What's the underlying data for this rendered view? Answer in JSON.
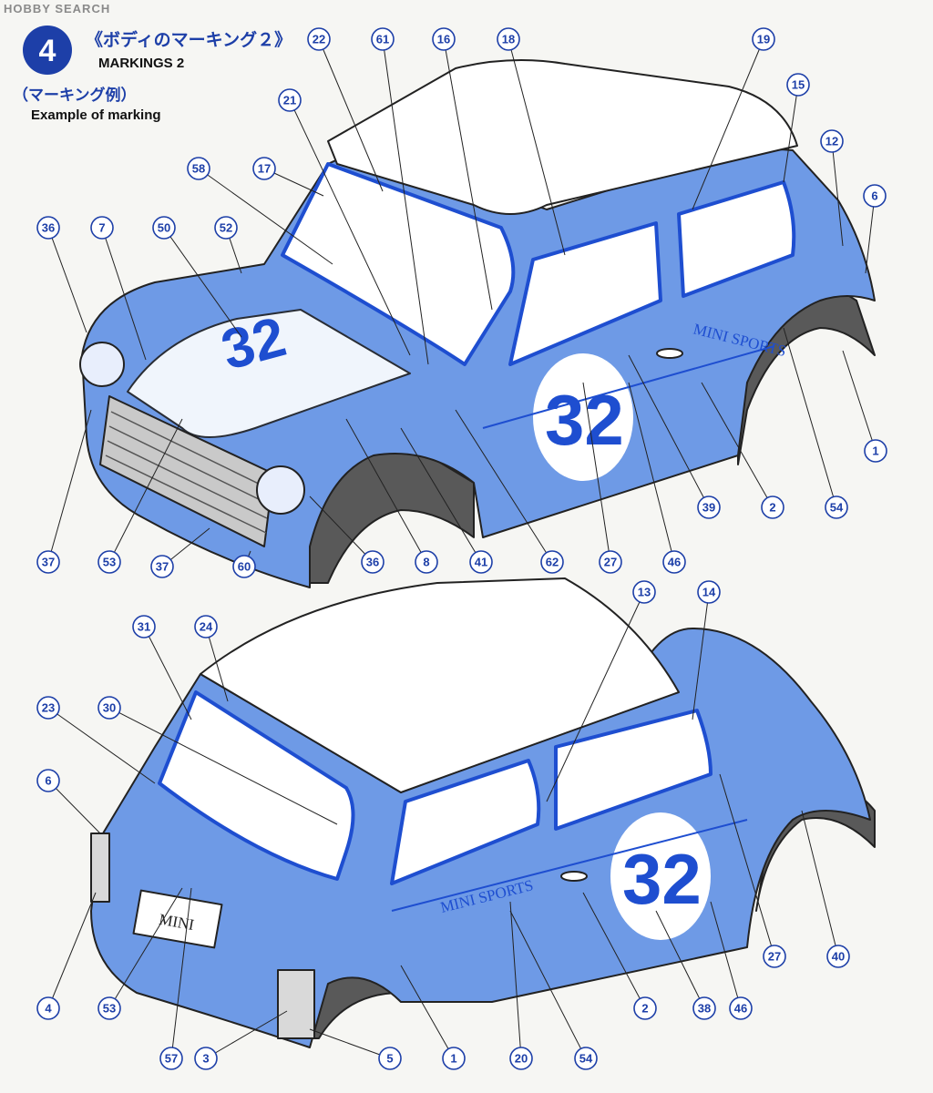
{
  "watermark": "HOBBY SEARCH",
  "step": {
    "number": "4",
    "title_jp": "《ボディのマーキング２》",
    "title_en": "MARKINGS 2",
    "sub_jp": "（マーキング例）",
    "sub_en": "Example of marking"
  },
  "car_text": {
    "race_number": "32",
    "logo_text": "MINI SPORTS",
    "plate_text": "MINI"
  },
  "colors": {
    "body": "#6e9ae6",
    "outline": "#222222",
    "accent_blue": "#1e4ed0",
    "roof": "#ffffff",
    "callout": "#1d3fa8",
    "tire_shadow": "#595959"
  },
  "callouts_top": [
    "22",
    "61",
    "16",
    "18",
    "19",
    "15",
    "12",
    "6",
    "21",
    "58",
    "17",
    "36",
    "7",
    "50",
    "52",
    "1",
    "37",
    "53",
    "37",
    "60",
    "36",
    "8",
    "41",
    "62",
    "27",
    "46",
    "39",
    "2",
    "54"
  ],
  "callouts_bottom": [
    "13",
    "14",
    "31",
    "24",
    "23",
    "30",
    "6",
    "4",
    "53",
    "57",
    "3",
    "5",
    "1",
    "20",
    "54",
    "2",
    "38",
    "46",
    "27",
    "40"
  ]
}
